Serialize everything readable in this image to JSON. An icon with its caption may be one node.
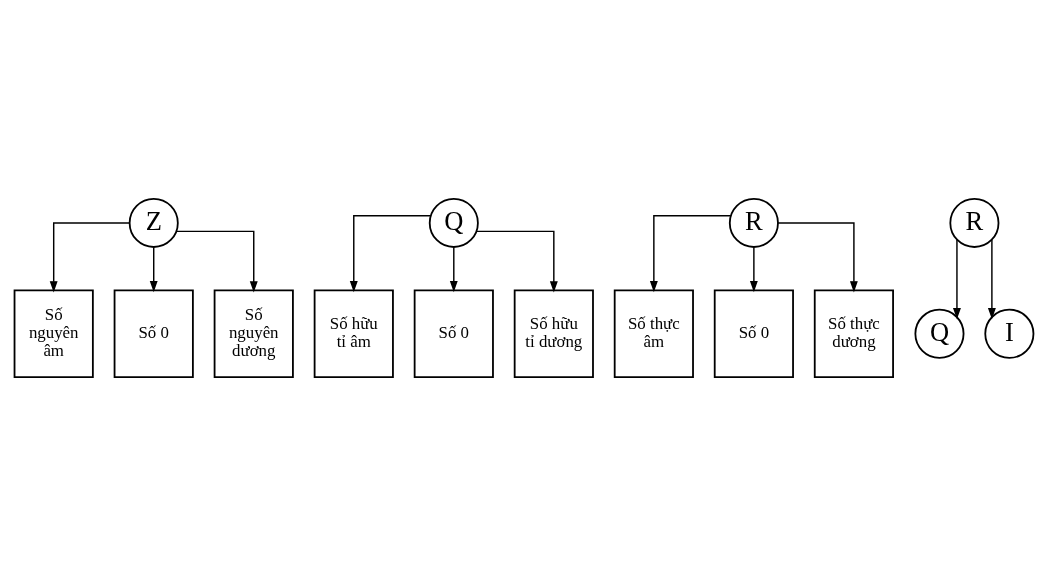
{
  "diagram": {
    "nodes": [
      {
        "text": [
          "Z"
        ]
      },
      {
        "text": [
          "Q"
        ]
      },
      {
        "text": [
          "R"
        ]
      },
      {
        "text": [
          "Số nguyên âm"
        ]
      },
      {
        "text": [
          "Số 0"
        ]
      },
      {
        "text": [
          "Số nguyên dương"
        ]
      },
      {
        "text": [
          "Số hữu tỉ âm"
        ]
      },
      {
        "text": [
          "Số 0"
        ]
      },
      {
        "text": [
          "Số hữu tỉ dương"
        ]
      },
      {
        "text": [
          "Số thực âm"
        ]
      },
      {
        "text": [
          "Số 0"
        ]
      },
      {
        "text": [
          "Số thực dương"
        ]
      },
      {
        "text": [
          "R"
        ]
      },
      {
        "text": [
          "Q"
        ]
      },
      {
        "text": [
          "I"
        ]
      }
    ],
    "edges": [
      {
        "from": 0,
        "to": 3,
        "arrow": "to"
      },
      {
        "from": 0,
        "to": 4,
        "arrow": "to"
      },
      {
        "from": 0,
        "to": 5,
        "arrow": "to"
      },
      {
        "from": 1,
        "to": 6,
        "arrow": "to"
      },
      {
        "from": 1,
        "to": 7,
        "arrow": "to"
      },
      {
        "from": 1,
        "to": 8,
        "arrow": "to"
      },
      {
        "from": 2,
        "to": 9,
        "arrow": "to"
      },
      {
        "from": 2,
        "to": 10,
        "arrow": "to"
      },
      {
        "from": 2,
        "to": 11,
        "arrow": "to"
      },
      {
        "from": 12,
        "to": 13,
        "arrow": "to"
      },
      {
        "from": 12,
        "to": 14,
        "arrow": "to"
      }
    ]
  }
}
